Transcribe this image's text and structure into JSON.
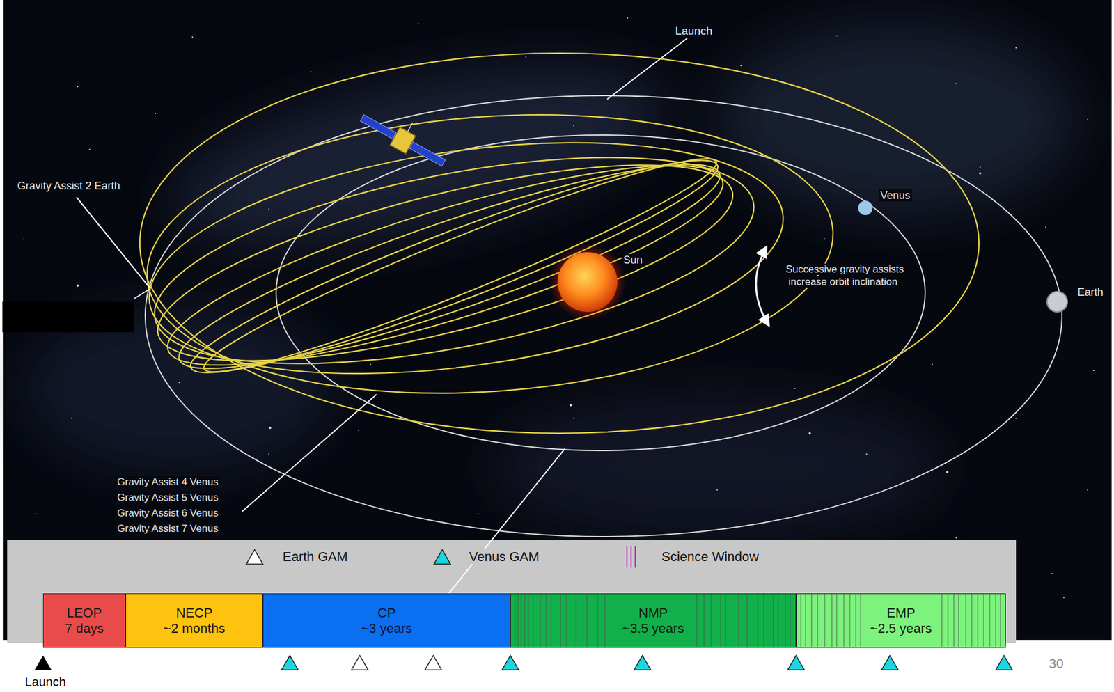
{
  "diagram": {
    "nodes": [
      {
        "text": [
          "LEOP",
          "7 days"
        ]
      },
      {
        "text": [
          "NECP",
          "~2 months"
        ]
      },
      {
        "text": [
          "CP",
          "~3 years"
        ]
      },
      {
        "text": [
          "NMP",
          "~3.5 years"
        ]
      },
      {
        "text": [
          "EMP",
          "~2.5 years"
        ]
      }
    ],
    "labels": [
      "Launch",
      "Gravity Assist 2 Earth",
      "Venus",
      "Sun",
      "Successive gravity assists increase orbit inclination",
      "Earth",
      "Gravity Assist 4 Venus",
      "Gravity Assist 5 Venus",
      "Gravity Assist 6 Venus",
      "Gravity Assist 7 Venus",
      "Launch",
      "30"
    ],
    "legend": [
      {
        "text": "Earth GAM"
      },
      {
        "text": "Venus GAM"
      },
      {
        "text": "Science Window"
      }
    ]
  }
}
